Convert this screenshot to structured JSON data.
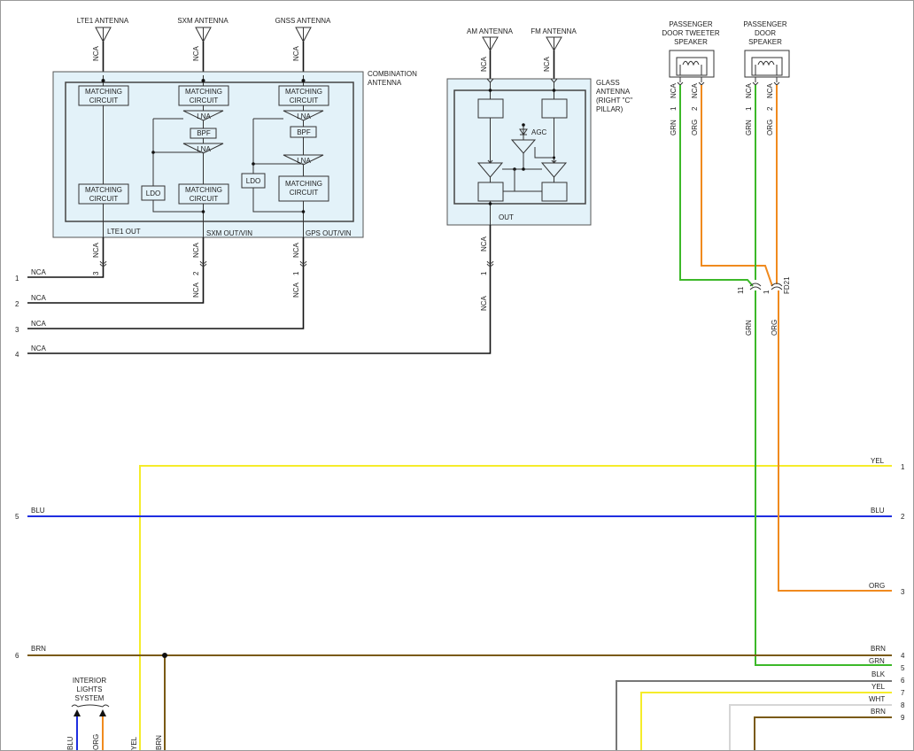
{
  "antennas": {
    "lte1": "LTE1 ANTENNA",
    "sxm": "SXM ANTENNA",
    "gnss": "GNSS ANTENNA",
    "am": "AM ANTENNA",
    "fm": "FM ANTENNA"
  },
  "speakers": {
    "tweeter": [
      "PASSENGER",
      "DOOR TWEETER",
      "SPEAKER"
    ],
    "door": [
      "PASSENGER",
      "DOOR",
      "SPEAKER"
    ]
  },
  "combination_antenna": {
    "title": [
      "COMBINATION",
      "ANTENNA"
    ],
    "matching": [
      "MATCHING",
      "CIRCUIT"
    ],
    "lna": "LNA",
    "bpf": "BPF",
    "ldo": "LDO",
    "outputs": [
      "LTE1 OUT",
      "SXM OUT/VIN",
      "GPS OUT/VIN"
    ]
  },
  "glass_antenna": {
    "title": [
      "GLASS",
      "ANTENNA",
      "(RIGHT \"C\"",
      "PILLAR)"
    ],
    "agc": "AGC",
    "out": "OUT"
  },
  "interior_lights": [
    "INTERIOR",
    "LIGHTS",
    "SYSTEM"
  ],
  "connector": "FD21",
  "labels": {
    "nca": "NCA",
    "grn": "GRN",
    "org": "ORG",
    "yel": "YEL",
    "blu": "BLU",
    "brn": "BRN",
    "blk": "BLK",
    "wht": "WHT"
  },
  "pins": {
    "p1": "1",
    "p2": "2",
    "p3": "3",
    "p4": "4",
    "p5": "5",
    "p6": "6",
    "p7": "7",
    "p8": "8",
    "p9": "9",
    "p11": "11"
  },
  "wire_colors": {
    "yellow": "#f5ec2a",
    "blue": "#1f2fe0",
    "orange": "#f08a1e",
    "green": "#3cb829",
    "brown": "#7a5a14",
    "gray": "#777777",
    "white": "#d6d6d6",
    "black": "#111111"
  }
}
